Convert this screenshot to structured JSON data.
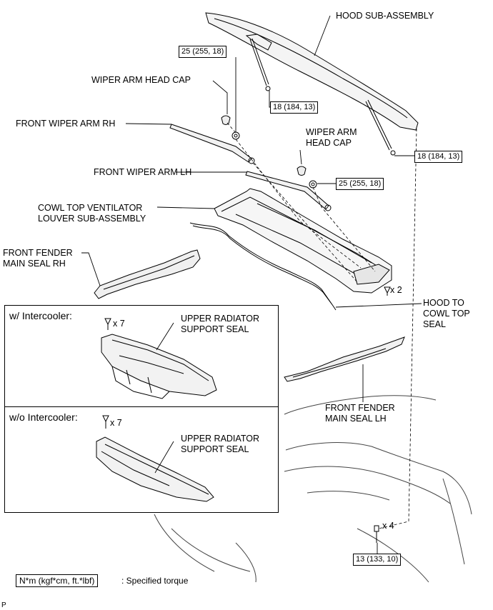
{
  "labels": {
    "hood": "HOOD SUB-ASSEMBLY",
    "wiper_cap_1": "WIPER ARM HEAD CAP",
    "wiper_arm_rh": "FRONT WIPER ARM RH",
    "wiper_cap_2": "WIPER ARM\nHEAD CAP",
    "wiper_arm_lh": "FRONT WIPER ARM LH",
    "cowl_louver": "COWL TOP VENTILATOR\nLOUVER SUB-ASSEMBLY",
    "fender_seal_rh": "FRONT FENDER\nMAIN SEAL RH",
    "hood_cowl_seal": "HOOD TO\nCOWL TOP\nSEAL",
    "fender_seal_lh": "FRONT FENDER\nMAIN SEAL LH"
  },
  "torques": {
    "t1": "25 (255, 18)",
    "t2": "18 (184, 13)",
    "t3": "18 (184, 13)",
    "t4": "25 (255, 18)",
    "t5": "13 (133, 10)"
  },
  "quantities": {
    "cowl_clips": "x 2",
    "intercooler_clips": "x 7",
    "no_intercooler_clips": "x 7",
    "radiator_bolts": "x 4"
  },
  "panels": {
    "with_intercooler": {
      "title": "w/ Intercooler:",
      "part_label": "UPPER RADIATOR\nSUPPORT SEAL"
    },
    "without_intercooler": {
      "title": "w/o Intercooler:",
      "part_label": "UPPER RADIATOR\nSUPPORT SEAL"
    }
  },
  "legend": {
    "unit": "N*m (kgf*cm, ft.*lbf)",
    "desc": ": Specified torque"
  },
  "corner_mark": "P"
}
